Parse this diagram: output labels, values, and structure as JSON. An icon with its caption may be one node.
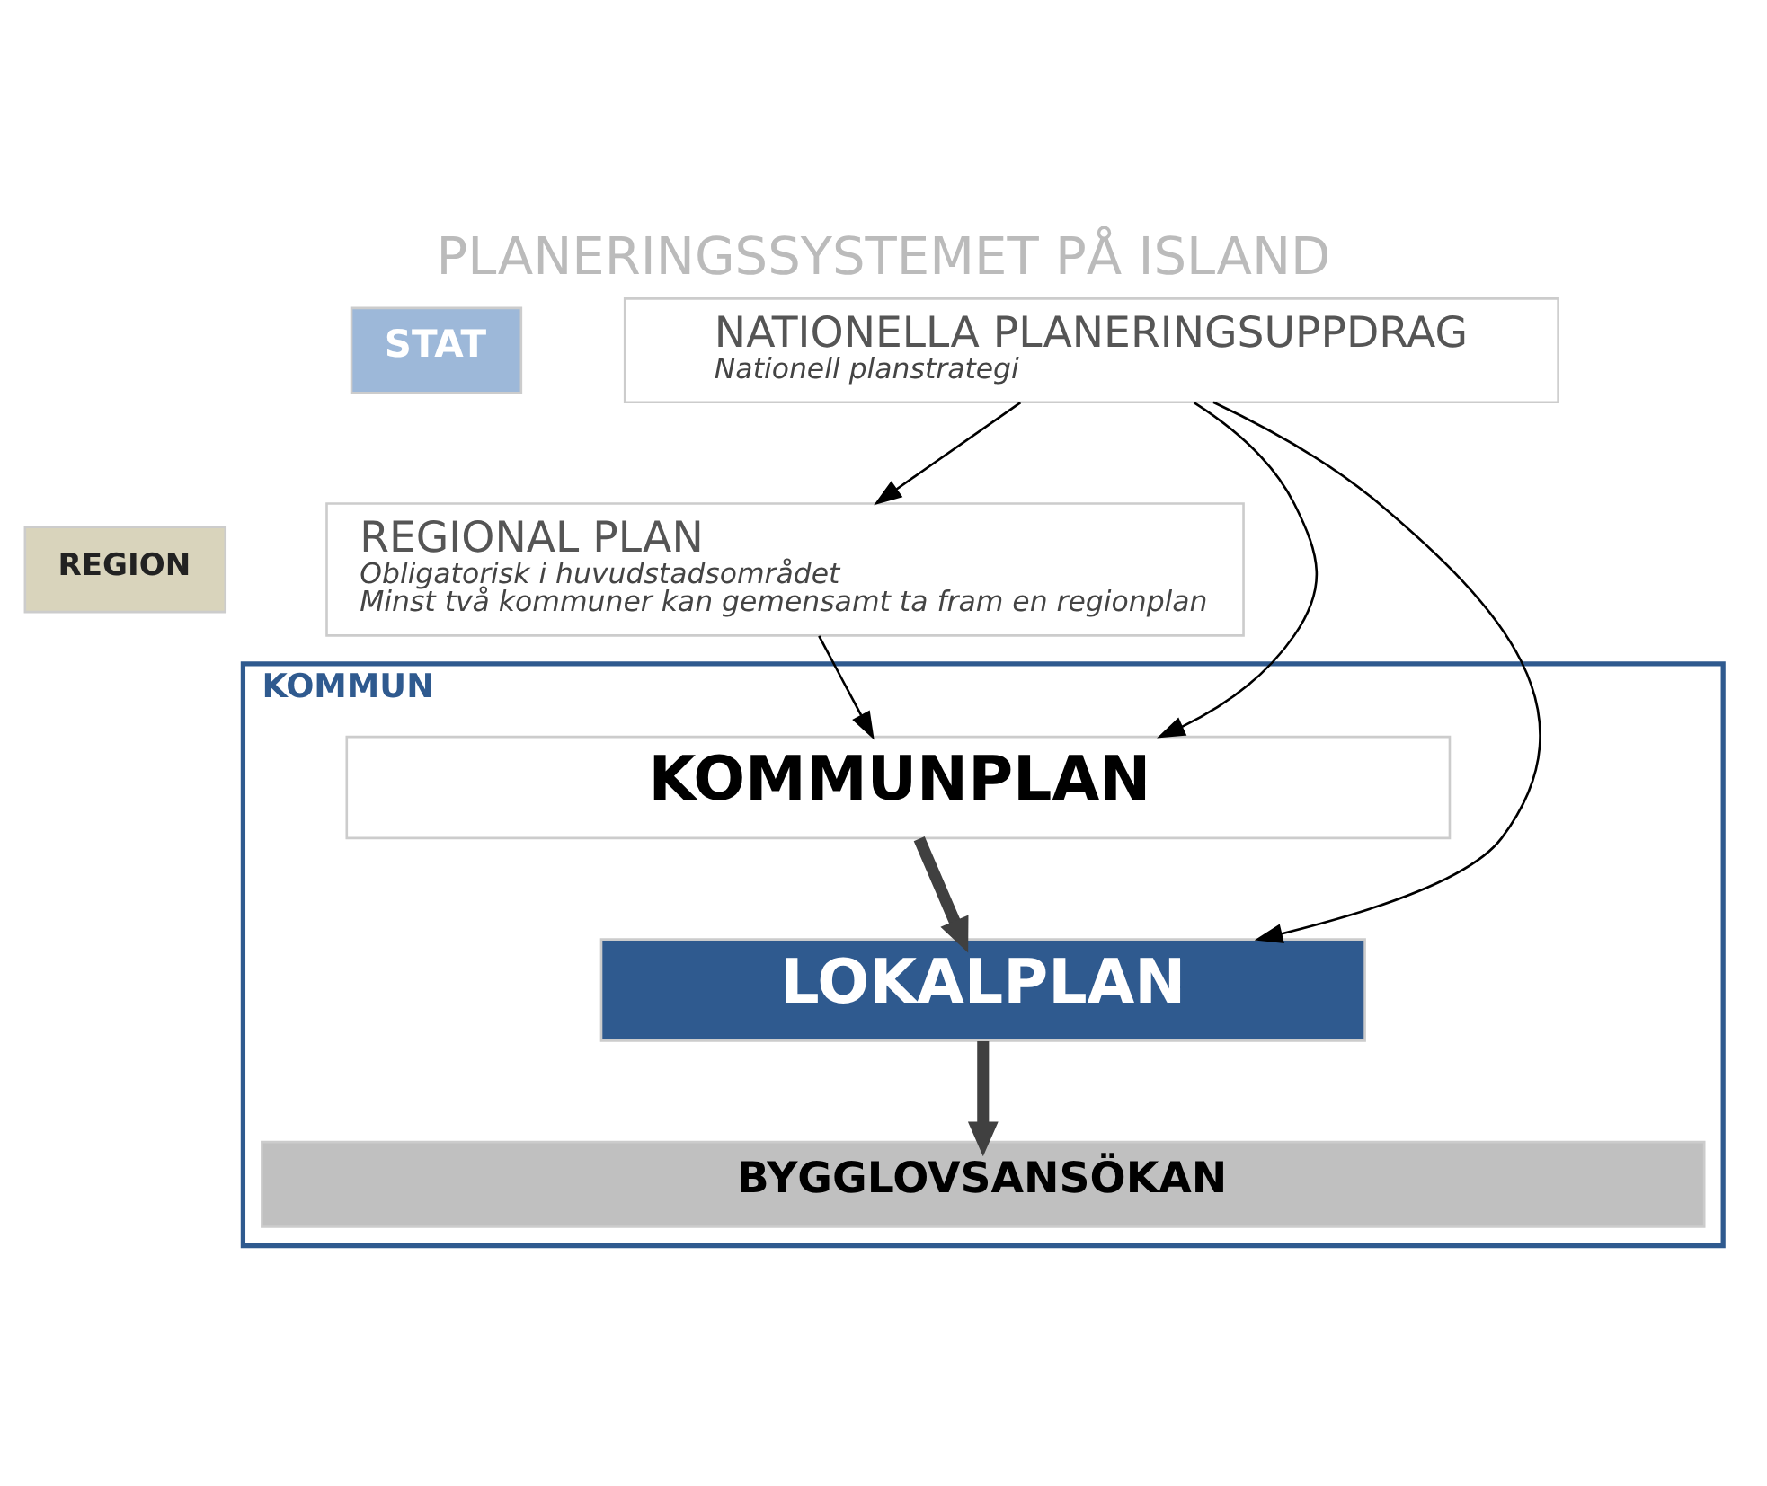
{
  "diagram": {
    "title": "PLANERINGSSYSTEMET PÅ ISLAND",
    "nodes": [
      {
        "text": [
          "STAT"
        ]
      },
      {
        "text": [
          "NATIONELLA PLANERINGSUPPDRAG",
          "Nationell planstrategi"
        ]
      },
      {
        "text": [
          "REGION"
        ]
      },
      {
        "text": [
          "REGIONAL PLAN",
          "Obligatorisk i huvudstadsområdet",
          "Minst två kommuner kan gemensamt ta fram en regionplan"
        ]
      },
      {
        "text": [
          "KOMMUN"
        ]
      },
      {
        "text": [
          "KOMMUNPLAN"
        ],
        "in": 4
      },
      {
        "text": [
          "LOKALPLAN"
        ],
        "in": 4
      },
      {
        "text": [
          "BYGGLOVSANSÖKAN"
        ],
        "in": 4
      }
    ],
    "edges": [
      {
        "from": 1,
        "to": 3,
        "arrow": "to"
      },
      {
        "from": 3,
        "to": 5,
        "arrow": "to"
      },
      {
        "from": 1,
        "to": 5,
        "arrow": "to"
      },
      {
        "from": 1,
        "to": 6,
        "arrow": "to"
      },
      {
        "from": 5,
        "to": 6,
        "arrow": "to",
        "style": "thick",
        "color": "#404040"
      },
      {
        "from": 6,
        "to": 7,
        "arrow": "to",
        "style": "thick",
        "color": "#404040"
      }
    ]
  }
}
